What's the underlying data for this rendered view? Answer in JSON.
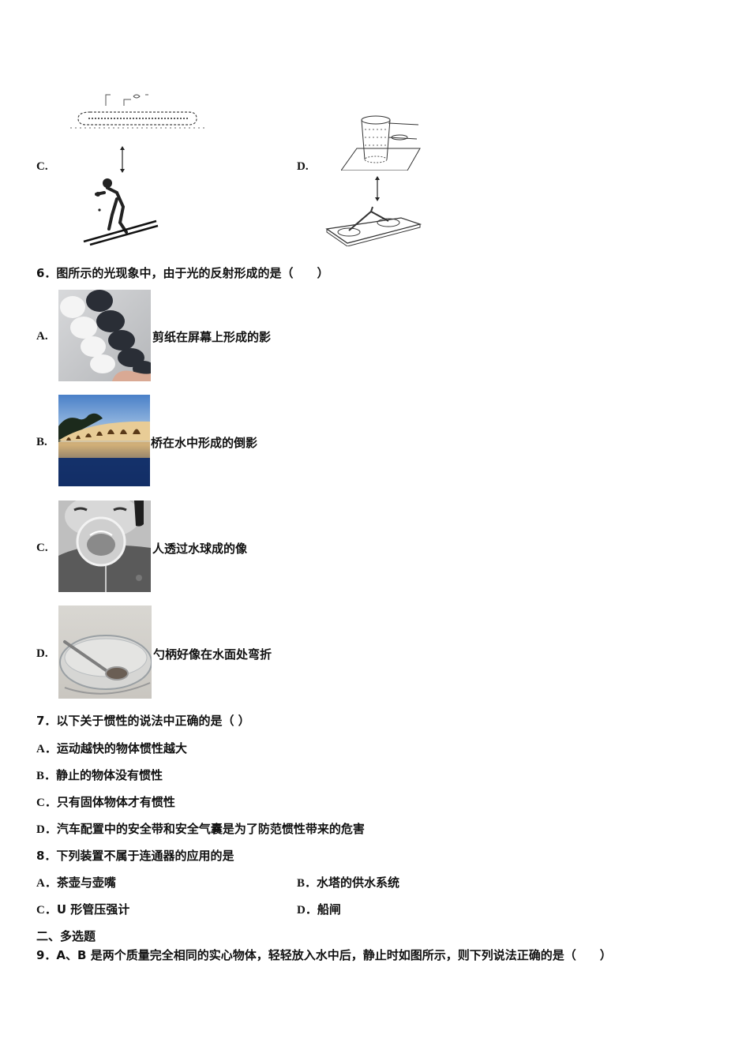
{
  "q5_options": {
    "c": {
      "label": "C."
    },
    "d": {
      "label": "D."
    }
  },
  "q6": {
    "stem": "6．图所示的光现象中，由于光的反射形成的是（　　）",
    "options": [
      {
        "label": "A.",
        "text": "剪纸在屏幕上形成的影",
        "image": "paper-cutout-shadow-photo"
      },
      {
        "label": "B.",
        "text": "桥在水中形成的倒影",
        "image": "bridge-reflection-photo"
      },
      {
        "label": "C.",
        "text": "人透过水球成的像",
        "image": "water-ball-image-photo"
      },
      {
        "label": "D.",
        "text": "勺柄好像在水面处弯折",
        "image": "spoon-in-water-photo"
      }
    ]
  },
  "q7": {
    "stem": "7．以下关于惯性的说法中正确的是（  ）",
    "options": [
      {
        "label": "A．",
        "text": "运动越快的物体惯性越大"
      },
      {
        "label": "B．",
        "text": "静止的物体没有惯性"
      },
      {
        "label": "C．",
        "text": "只有固体物体才有惯性"
      },
      {
        "label": "D．",
        "text": "汽车配置中的安全带和安全气囊是为了防范惯性带来的危害"
      }
    ]
  },
  "q8": {
    "stem": "8．下列装置不属于连通器的应用的是",
    "options": [
      {
        "label": "A．",
        "text": "茶壶与壶嘴"
      },
      {
        "label": "B．",
        "text": "水塔的供水系统"
      },
      {
        "label": "C．",
        "text": "U 形管压强计"
      },
      {
        "label": "D．",
        "text": "船闸"
      }
    ]
  },
  "section2": {
    "title": "二、多选题"
  },
  "q9": {
    "stem": "9．A、B 是两个质量完全相同的实心物体，轻轻放入水中后，静止时如图所示，则下列说法正确的是（　　）"
  }
}
